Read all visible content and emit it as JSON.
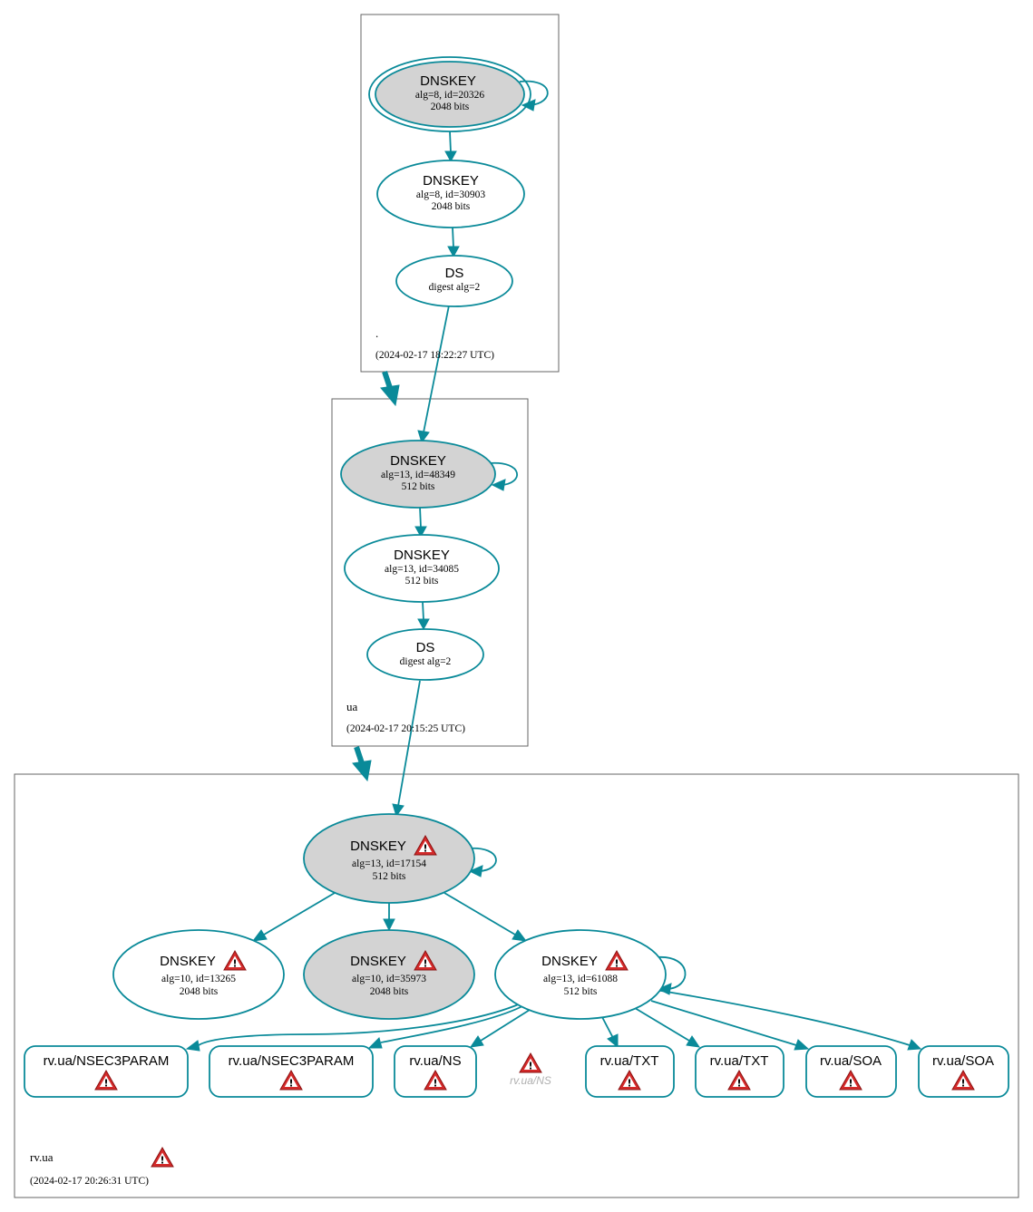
{
  "colors": {
    "edge": "#0a8a99",
    "ksk_fill": "#d3d3d3",
    "warning": "#d42a2a",
    "ghost_text": "#b0b0b0"
  },
  "zones": {
    "root": {
      "name": ".",
      "timestamp": "(2024-02-17 18:22:27 UTC)",
      "dnskey_ksk": {
        "type": "DNSKEY",
        "detail": "alg=8, id=20326",
        "bits": "2048 bits"
      },
      "dnskey_zsk": {
        "type": "DNSKEY",
        "detail": "alg=8, id=30903",
        "bits": "2048 bits"
      },
      "ds": {
        "type": "DS",
        "detail": "digest alg=2"
      }
    },
    "ua": {
      "name": "ua",
      "timestamp": "(2024-02-17 20:15:25 UTC)",
      "dnskey_ksk": {
        "type": "DNSKEY",
        "detail": "alg=13, id=48349",
        "bits": "512 bits"
      },
      "dnskey_zsk": {
        "type": "DNSKEY",
        "detail": "alg=13, id=34085",
        "bits": "512 bits"
      },
      "ds": {
        "type": "DS",
        "detail": "digest alg=2"
      }
    },
    "rvua": {
      "name": "rv.ua",
      "timestamp": "(2024-02-17 20:26:31 UTC)",
      "dnskey_ksk": {
        "type": "DNSKEY",
        "detail": "alg=13, id=17154",
        "bits": "512 bits"
      },
      "dnskey_a": {
        "type": "DNSKEY",
        "detail": "alg=10, id=13265",
        "bits": "2048 bits"
      },
      "dnskey_b": {
        "type": "DNSKEY",
        "detail": "alg=10, id=35973",
        "bits": "2048 bits"
      },
      "dnskey_c": {
        "type": "DNSKEY",
        "detail": "alg=13, id=61088",
        "bits": "512 bits"
      },
      "records": [
        "rv.ua/NSEC3PARAM",
        "rv.ua/NSEC3PARAM",
        "rv.ua/NS",
        "rv.ua/TXT",
        "rv.ua/TXT",
        "rv.ua/SOA",
        "rv.ua/SOA"
      ],
      "ghost_record": "rv.ua/NS"
    }
  },
  "icons": {
    "warning": "warning-icon",
    "warning_mark": "!"
  }
}
